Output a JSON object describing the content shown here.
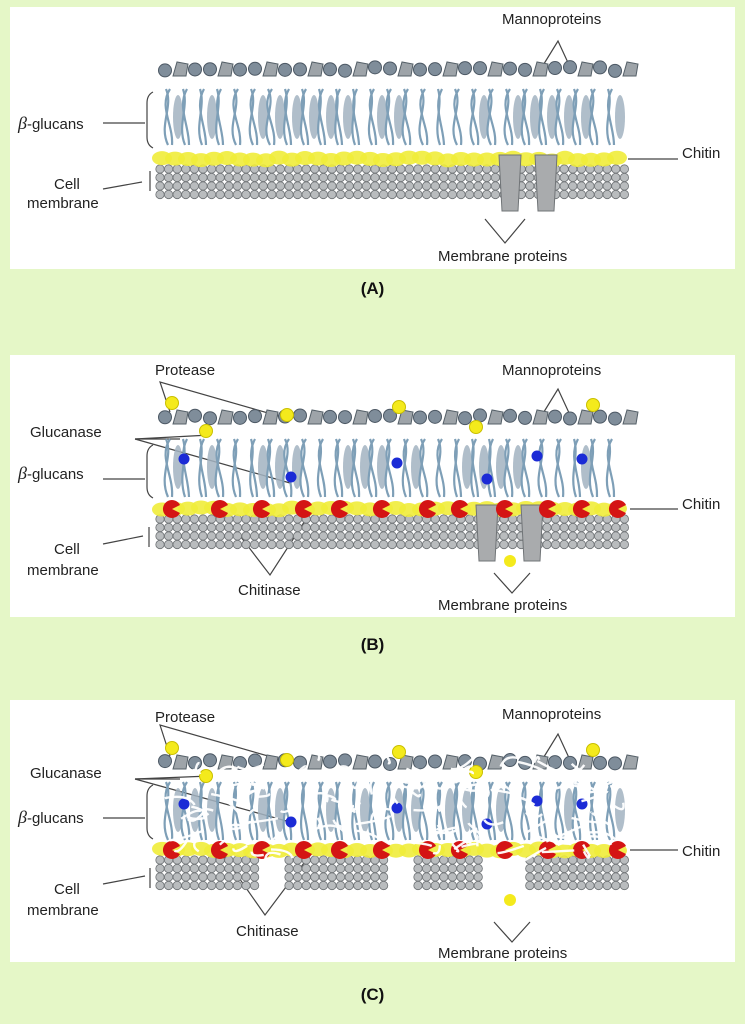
{
  "labels": {
    "mannoproteins": "Mannoproteins",
    "beta_symbol": "β",
    "glucans": "-glucans",
    "chitin": "Chitin",
    "cell": "Cell",
    "membrane": "membrane",
    "membrane_proteins": "Membrane proteins",
    "protease": "Protease",
    "glucanase": "Glucanase",
    "chitinase": "Chitinase"
  },
  "panels": [
    {
      "id": "A",
      "label": "(A)"
    },
    {
      "id": "B",
      "label": "(B)"
    },
    {
      "id": "C",
      "label": "(C)"
    }
  ],
  "colors": {
    "background": "#e5f7c7",
    "membrane_bead": "#b9bcbe",
    "glucan_strand": "#7e9fb7",
    "chitin": "#f0ec3a",
    "mannoprotein": "#7f8d9a",
    "membrane_protein": "#a9abad",
    "protease": "#f4ea1c",
    "glucanase": "#1b2bd6",
    "chitinase": "#d41414",
    "damage": "#ffffff"
  }
}
